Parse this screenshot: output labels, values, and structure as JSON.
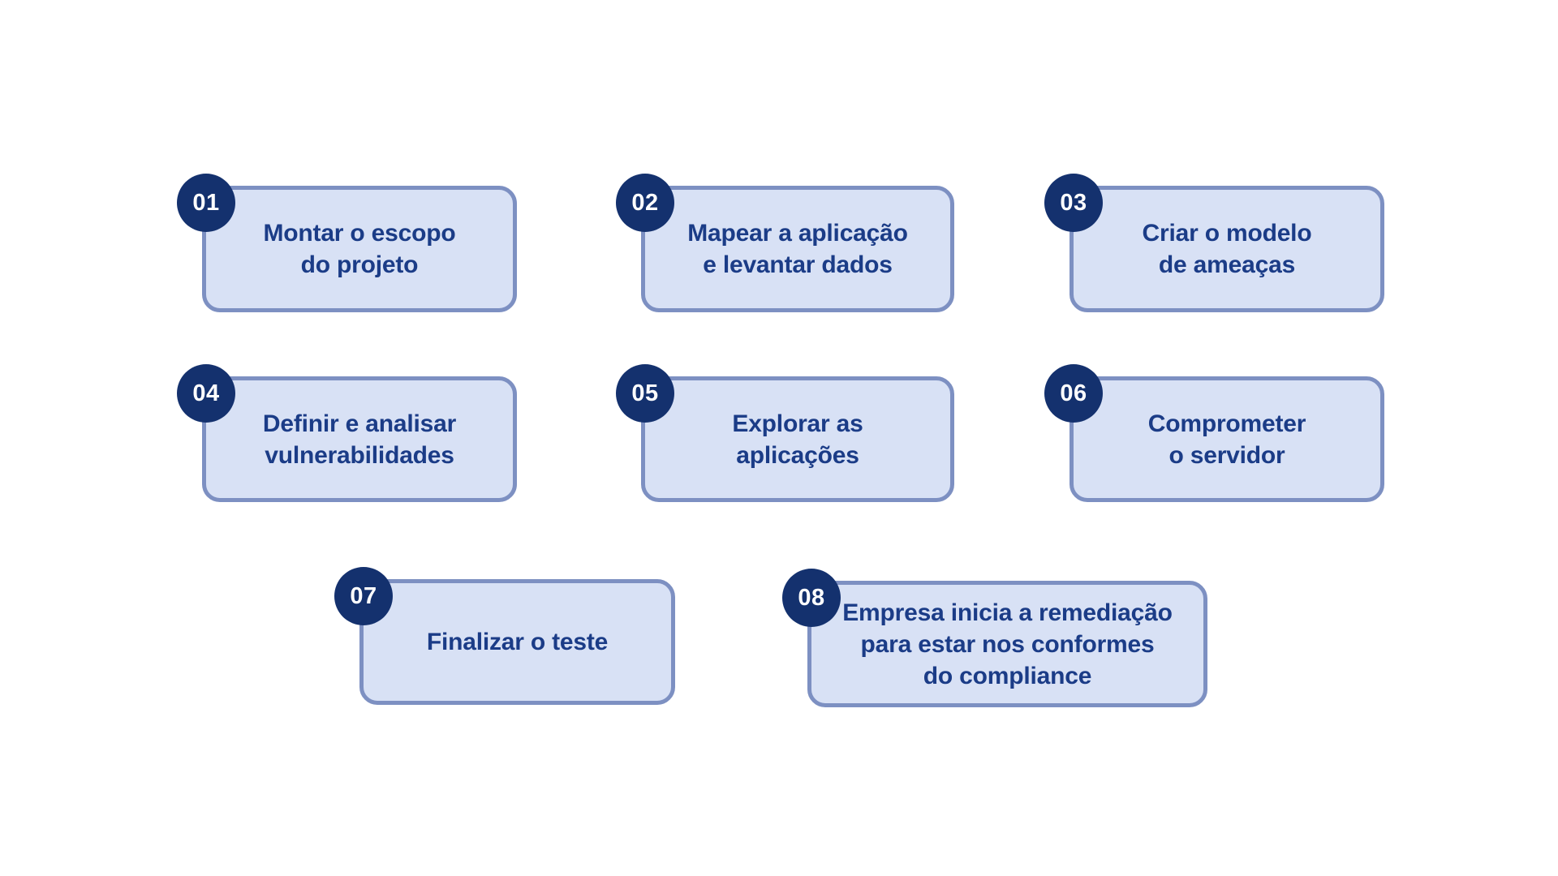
{
  "colors": {
    "page_bg": "#FFFFFF",
    "badge_bg": "#14316E",
    "badge_text": "#FFFFFF",
    "box_fill": "#D8E1F5",
    "box_border": "#7D90C2",
    "text": "#1B3C87"
  },
  "steps": [
    {
      "number": "01",
      "text": "Montar o escopo\ndo projeto"
    },
    {
      "number": "02",
      "text": "Mapear a aplicação\ne levantar dados"
    },
    {
      "number": "03",
      "text": "Criar o modelo\nde ameaças"
    },
    {
      "number": "04",
      "text": "Definir e analisar\nvulnerabilidades"
    },
    {
      "number": "05",
      "text": "Explorar as\naplicações"
    },
    {
      "number": "06",
      "text": "Comprometer\no servidor"
    },
    {
      "number": "07",
      "text": "Finalizar o teste"
    },
    {
      "number": "08",
      "text": "Empresa inicia a remediação\npara estar nos conformes\ndo compliance"
    }
  ]
}
